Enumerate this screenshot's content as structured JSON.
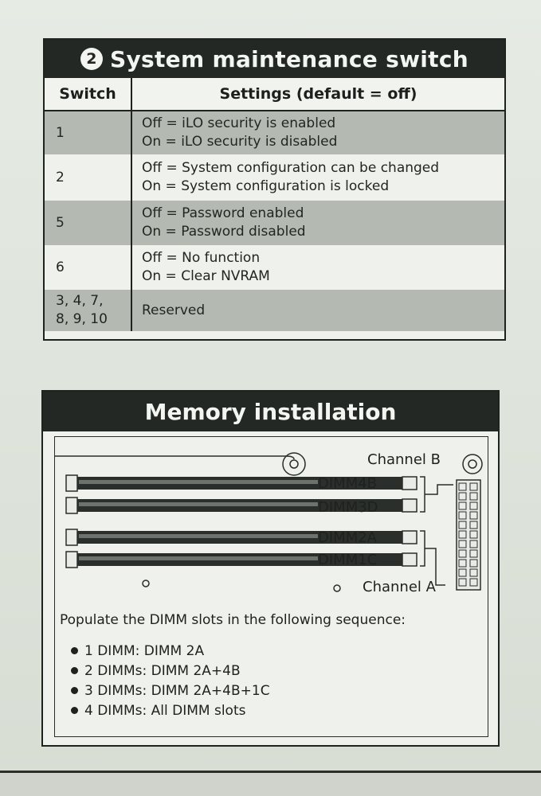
{
  "switch_panel": {
    "badge": "2",
    "title": "System maintenance switch",
    "headers": {
      "switch": "Switch",
      "settings": "Settings (default = off)"
    },
    "rows": [
      {
        "switch": "1",
        "off": "Off = iLO security is enabled",
        "on": "On = iLO security is disabled"
      },
      {
        "switch": "2",
        "off": "Off = System configuration can be changed",
        "on": "On = System configuration is locked"
      },
      {
        "switch": "5",
        "off": "Off = Password enabled",
        "on": "On = Password disabled"
      },
      {
        "switch": "6",
        "off": "Off = No function",
        "on": "On = Clear NVRAM"
      },
      {
        "switch_line1": "3, 4, 7,",
        "switch_line2": "8, 9, 10",
        "setting": "Reserved"
      }
    ]
  },
  "memory_panel": {
    "title": "Memory installation",
    "channel_b": "Channel B",
    "channel_a": "Channel A",
    "dimm_labels": [
      "DIMM4B",
      "DIMM3D",
      "DIMM2A",
      "DIMM1C"
    ],
    "populate_text": "Populate the DIMM slots in the following sequence:",
    "sequence": [
      "1 DIMM: DIMM 2A",
      "2 DIMMs: DIMM 2A+4B",
      "3 DIMMs: DIMM 2A+4B+1C",
      "4 DIMMs: All DIMM slots"
    ]
  }
}
